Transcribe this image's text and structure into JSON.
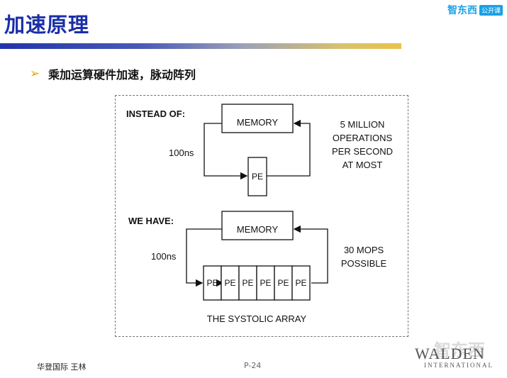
{
  "slide": {
    "title": "加速原理",
    "bullet": "乘加运算硬件加速，脉动阵列"
  },
  "logo": {
    "brand": "智东西",
    "tag": "公开课"
  },
  "figure": {
    "top_label": "INSTEAD OF:",
    "memory": "MEMORY",
    "pe": "PE",
    "latency": "100ns",
    "top_note": [
      "5 MILLION",
      "OPERATIONS",
      "PER SECOND",
      "AT MOST"
    ],
    "bottom_label": "WE HAVE:",
    "bottom_note": [
      "30 MOPS",
      "POSSIBLE"
    ],
    "pe_array": [
      "PE",
      "PE",
      "PE",
      "PE",
      "PE",
      "PE"
    ],
    "caption": "THE SYSTOLIC ARRAY"
  },
  "footer": {
    "presenter": "华登国际 王林",
    "page": "P-24",
    "company": "WALDEN",
    "company_sub": "INTERNATIONAL",
    "watermark": "智东西"
  },
  "colors": {
    "title": "#1a2fa8",
    "bullet": "#e8a000",
    "brand": "#1aa0e6"
  }
}
